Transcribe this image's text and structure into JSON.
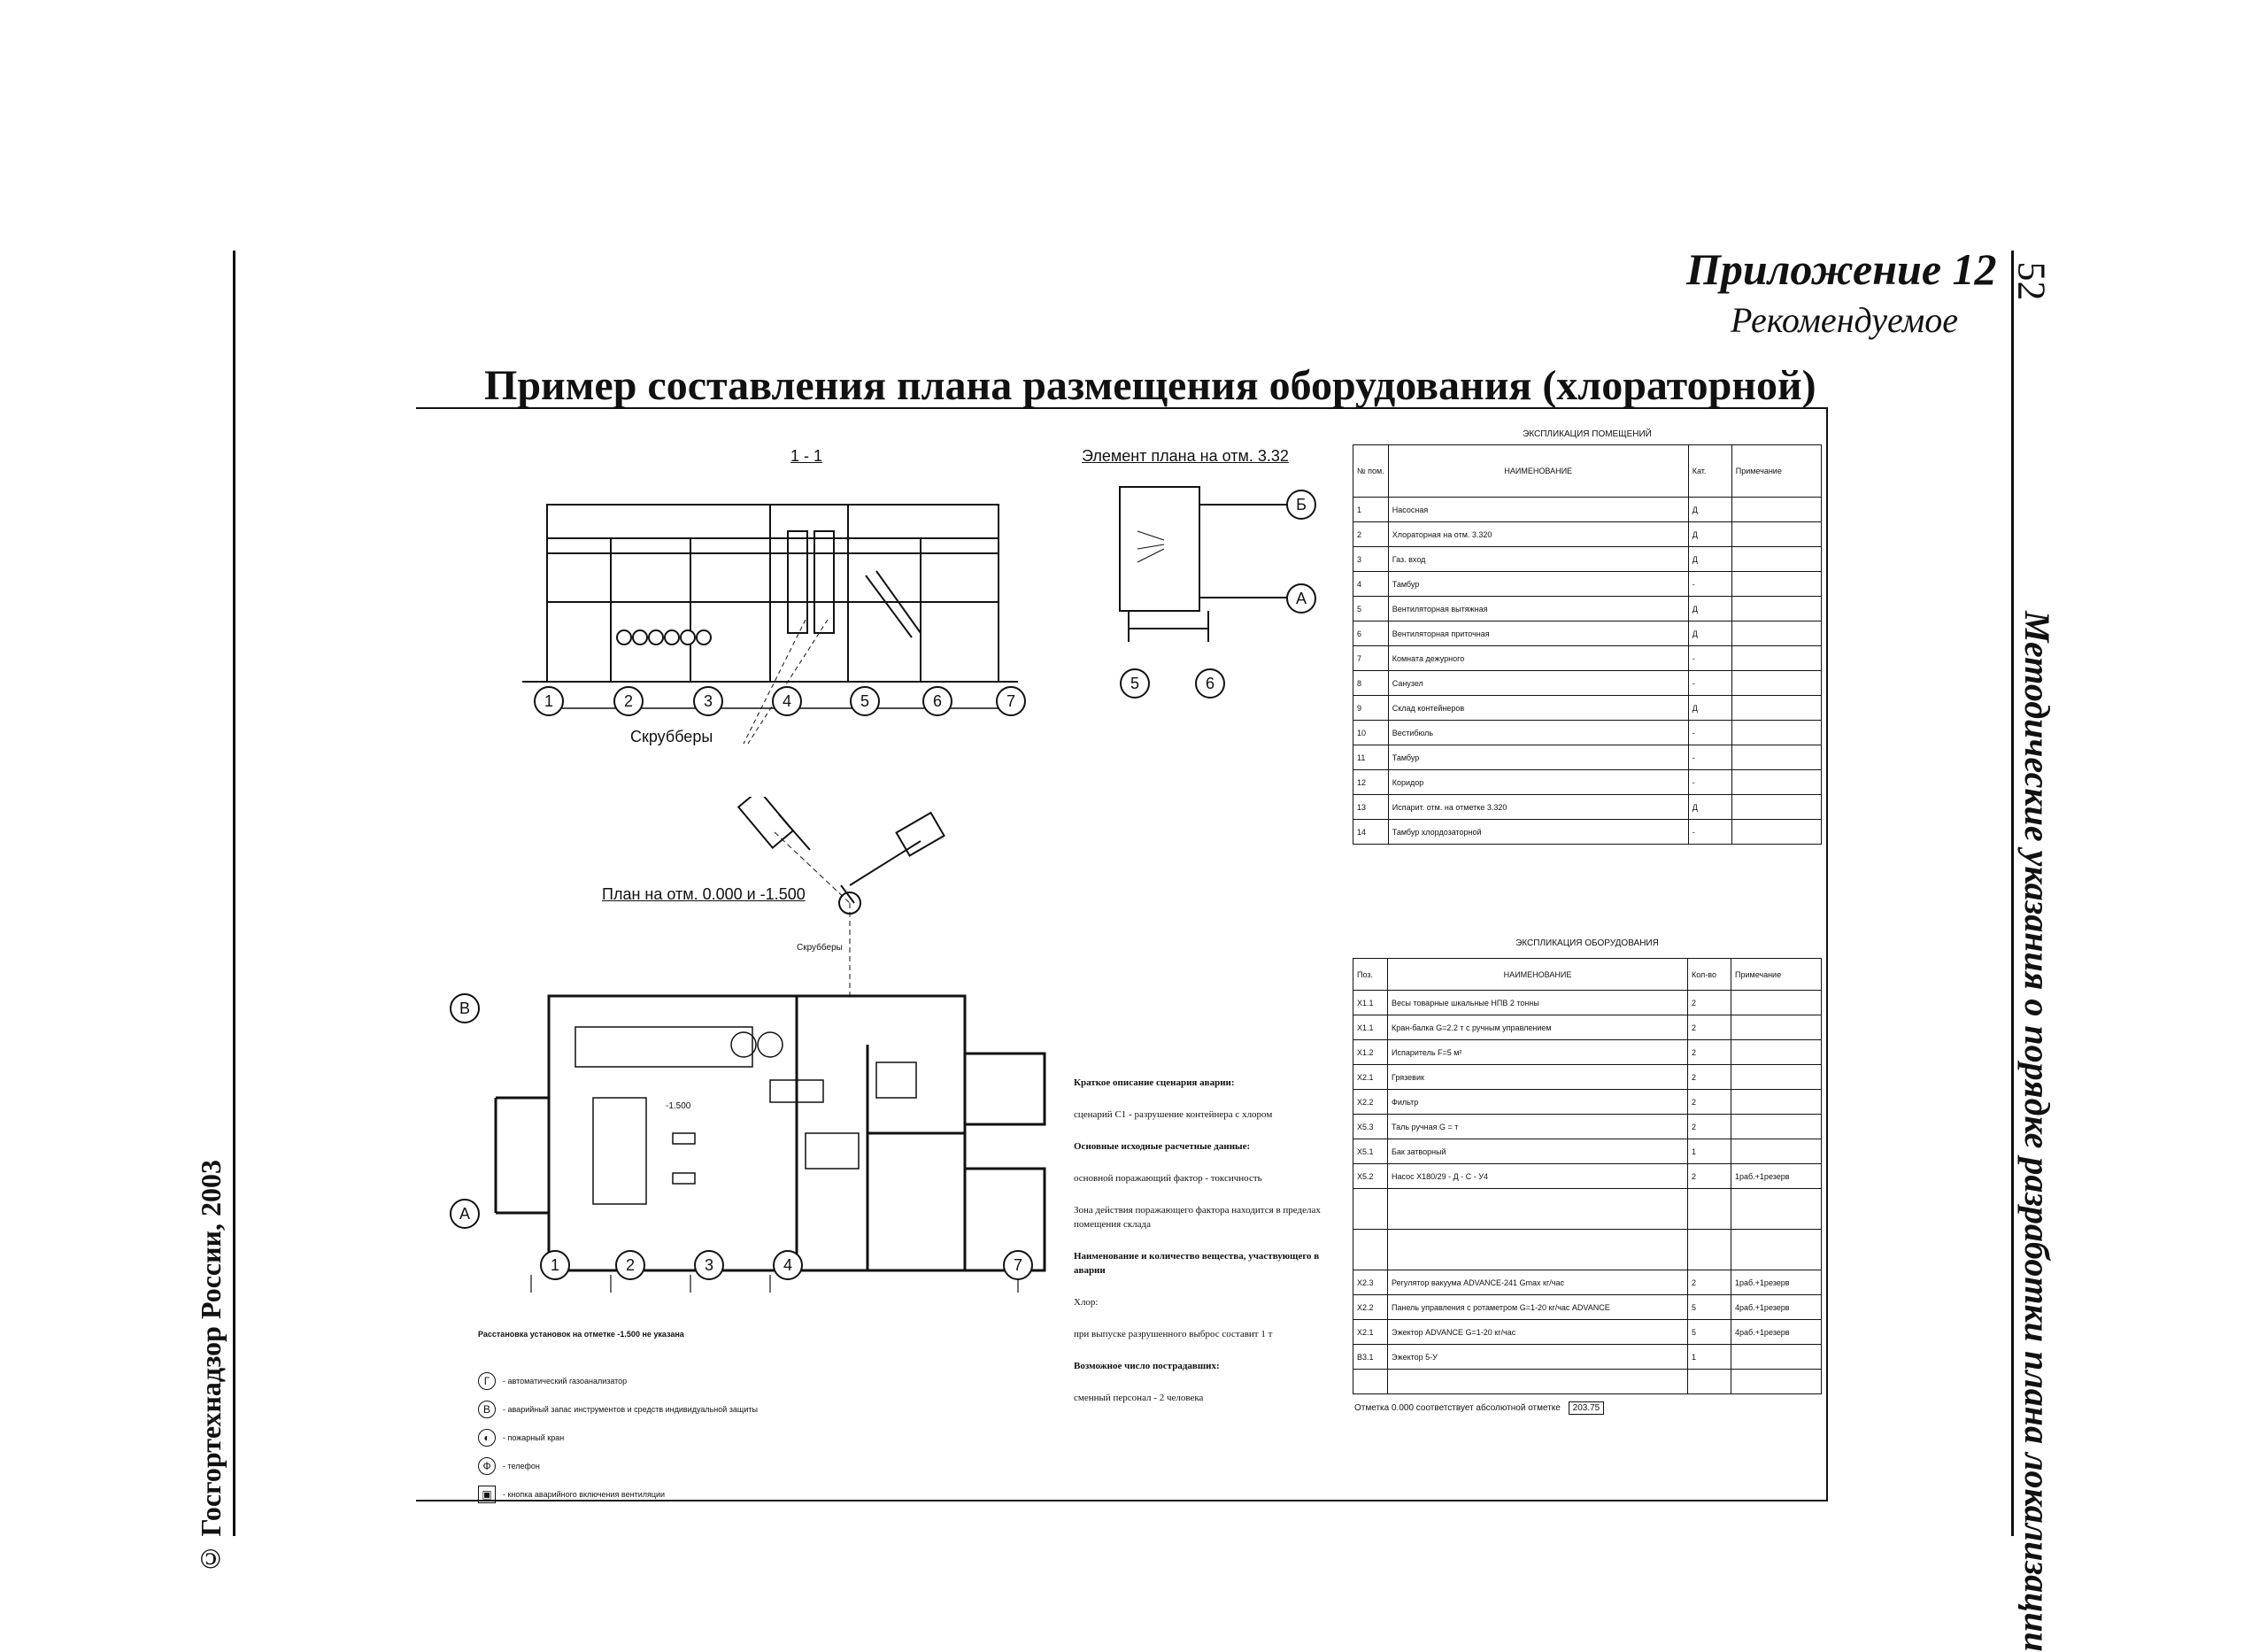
{
  "header": {
    "appendix": "Приложение 12",
    "recommended": "Рекомендуемое",
    "page_number": "52"
  },
  "side_title": "Методические указания о порядке разработки плана локализации",
  "copyright": "© Госгортехнадзор России, 2003",
  "doc_title": "Пример составления плана размещения оборудования (хлораторной)",
  "section": {
    "label": "1 - 1",
    "scrubbers_label": "Скрубберы",
    "axes": [
      "1",
      "2",
      "3",
      "4",
      "5",
      "6",
      "7"
    ]
  },
  "element_plan": {
    "label": "Элемент плана на отм. 3.32",
    "axes_bottom": [
      "5",
      "6"
    ],
    "axes_side": [
      "Б",
      "А"
    ]
  },
  "floor_plan": {
    "label": "План на отм. 0.000 и -1.500",
    "axes_bottom": [
      "1",
      "2",
      "3",
      "4",
      "7"
    ],
    "axes_side": [
      "В",
      "А"
    ],
    "scrubbers_label": "Скрубберы",
    "mark_minus": "-1.500"
  },
  "rooms_table": {
    "caption": "ЭКСПЛИКАЦИЯ ПОМЕЩЕНИЙ",
    "headers": [
      "№ пом.",
      "НАИМЕНОВАНИЕ",
      "Кат.",
      "Примечание"
    ],
    "rows": [
      [
        "1",
        "Насосная",
        "Д",
        ""
      ],
      [
        "2",
        "Хлораторная на отм. 3.320",
        "Д",
        ""
      ],
      [
        "3",
        "Газ. вход",
        "Д",
        ""
      ],
      [
        "4",
        "Тамбур",
        "-",
        ""
      ],
      [
        "5",
        "Вентиляторная вытяжная",
        "Д",
        ""
      ],
      [
        "6",
        "Вентиляторная приточная",
        "Д",
        ""
      ],
      [
        "7",
        "Комната дежурного",
        "-",
        ""
      ],
      [
        "8",
        "Санузел",
        "-",
        ""
      ],
      [
        "9",
        "Склад контейнеров",
        "Д",
        ""
      ],
      [
        "10",
        "Вестибюль",
        "-",
        ""
      ],
      [
        "11",
        "Тамбур",
        "-",
        ""
      ],
      [
        "12",
        "Коридор",
        "-",
        ""
      ],
      [
        "13",
        "Испарит. отм. на отметке 3.320",
        "Д",
        ""
      ],
      [
        "14",
        "Тамбур хлордозаторной",
        "-",
        ""
      ]
    ]
  },
  "equipment_table": {
    "caption": "ЭКСПЛИКАЦИЯ ОБОРУДОВАНИЯ",
    "headers": [
      "Поз.",
      "НАИМЕНОВАНИЕ",
      "Кол-во",
      "Примечание"
    ],
    "rows": [
      [
        "X1.1",
        "Весы товарные шкальные НПВ 2 тонны",
        "2",
        ""
      ],
      [
        "X1.1",
        "Кран-балка G=2.2 т с ручным управлением",
        "2",
        ""
      ],
      [
        "X1.2",
        "Испаритель F=5 м²",
        "2",
        ""
      ],
      [
        "X2.1",
        "Грязевик",
        "2",
        ""
      ],
      [
        "X2.2",
        "Фильтр",
        "2",
        ""
      ],
      [
        "X5.3",
        "Таль ручная G = т",
        "2",
        ""
      ],
      [
        "X5.1",
        "Бак затворный",
        "1",
        ""
      ],
      [
        "X5.2",
        "Насос X180/29 - Д - С - У4",
        "2",
        "1раб.+1резерв"
      ],
      [
        "",
        "",
        "",
        ""
      ],
      [
        "",
        "",
        "",
        ""
      ],
      [
        "X2.3",
        "Регулятор вакуума ADVANCE-241  Gmax кг/час",
        "2",
        "1раб.+1резерв"
      ],
      [
        "X2.2",
        "Панель управления с ротаметром G=1-20 кг/час ADVANCE",
        "5",
        "4раб.+1резерв"
      ],
      [
        "X2.1",
        "Эжектор ADVANCE G=1-20 кг/час",
        "5",
        "4раб.+1резерв"
      ],
      [
        "В3.1",
        "Эжектор 5-У",
        "1",
        ""
      ],
      [
        "",
        "",
        "",
        ""
      ]
    ]
  },
  "scenario": {
    "title": "Краткое описание сценария аварии:",
    "line1": "сценарий С1 - разрушение контейнера с хлором",
    "subtitle": "Основные исходные расчетные данные:",
    "line2": "основной поражающий фактор - токсичность",
    "line3": "Зона действия поражающего фактора находится в пределах помещения склада",
    "subtitle2": "Наименование и количество вещества, участвующего в аварии",
    "line4": "Хлор:",
    "line5": "при выпуске разрушенного выброс составит 1 т",
    "subtitle3": "Возможное число пострадавших:",
    "line6": "сменный персонал - 2 человека"
  },
  "mark_note": {
    "text": "Отметка 0.000 соответствует абсолютной отметке",
    "value": "203.75"
  },
  "legend": [
    {
      "sym": "Г",
      "text": "- автоматический газоанализатор"
    },
    {
      "sym": "В",
      "text": "- аварийный запас инструментов и средств индивидуальной защиты"
    },
    {
      "sym": "◐",
      "text": "- пожарный кран"
    },
    {
      "sym": "Ф",
      "text": "- телефон"
    },
    {
      "sym": "▣",
      "text": "- кнопка аварийного включения вентиляции"
    }
  ],
  "plan_note": "Расстановка установок на отметке -1.500 не указана"
}
